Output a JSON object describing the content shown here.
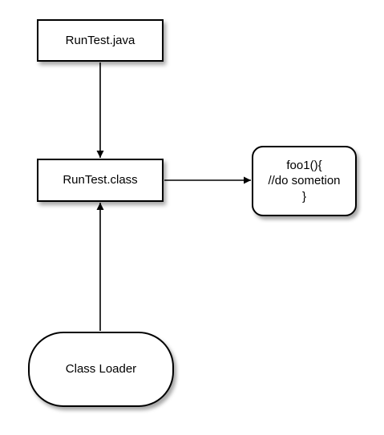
{
  "diagram": {
    "nodes": {
      "runtest_java": {
        "label": "RunTest.java",
        "shape": "rectangle"
      },
      "runtest_class": {
        "label": "RunTest.class",
        "shape": "rectangle"
      },
      "method": {
        "shape": "rounded-rectangle",
        "lines": [
          "foo1(){",
          "//do sometion",
          "}"
        ]
      },
      "class_loader": {
        "label": "Class Loader",
        "shape": "rounded-capsule"
      }
    },
    "edges": [
      {
        "from": "RunTest.java",
        "to": "RunTest.class"
      },
      {
        "from": "Class Loader",
        "to": "RunTest.class"
      },
      {
        "from": "RunTest.class",
        "to": "foo1(){ //do sometion }"
      }
    ],
    "colors": {
      "stroke": "#000000",
      "fill": "#ffffff",
      "shadow": "rgba(0,0,0,0.35)"
    }
  }
}
